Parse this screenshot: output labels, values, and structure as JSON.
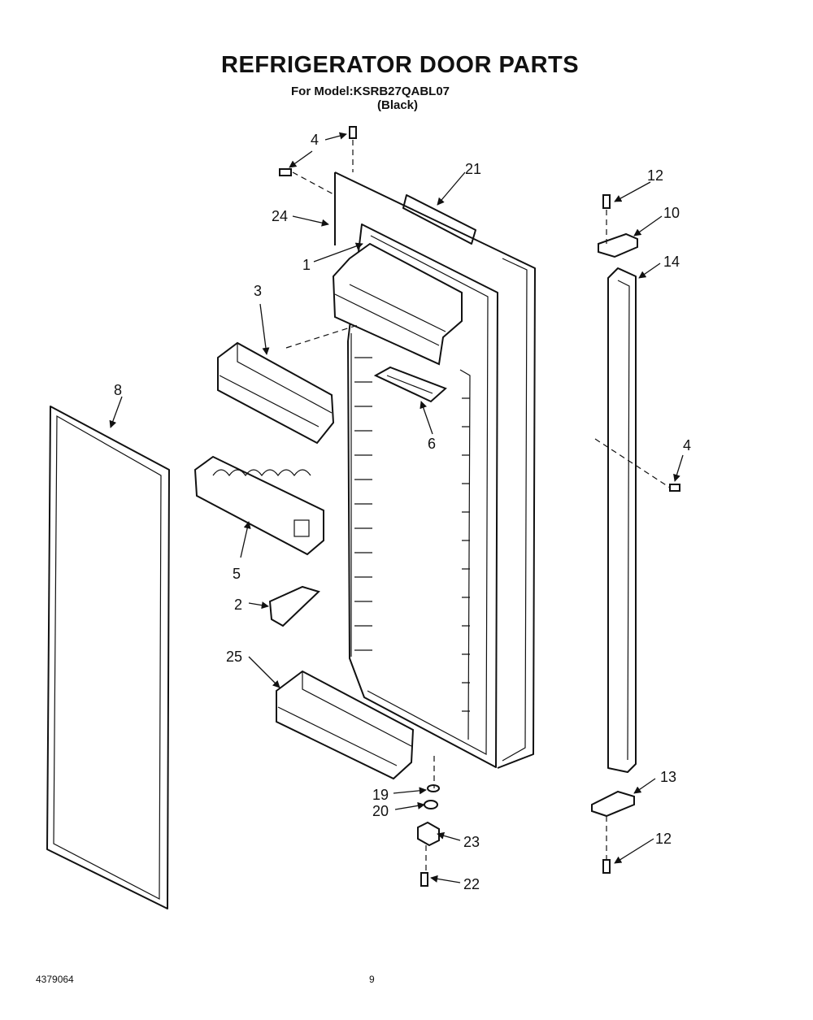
{
  "header": {
    "title": "REFRIGERATOR DOOR PARTS",
    "model_line": "For Model:KSRB27QABL07",
    "color_line": "(Black)"
  },
  "footer": {
    "doc_number": "4379064",
    "page_number": "9"
  },
  "callouts": {
    "c1": "1",
    "c2": "2",
    "c3": "3",
    "c4a": "4",
    "c4b": "4",
    "c5": "5",
    "c6": "6",
    "c8": "8",
    "c10": "10",
    "c12a": "12",
    "c12b": "12",
    "c13": "13",
    "c14": "14",
    "c19": "19",
    "c20": "20",
    "c21": "21",
    "c22": "22",
    "c23": "23",
    "c24": "24",
    "c25": "25"
  }
}
